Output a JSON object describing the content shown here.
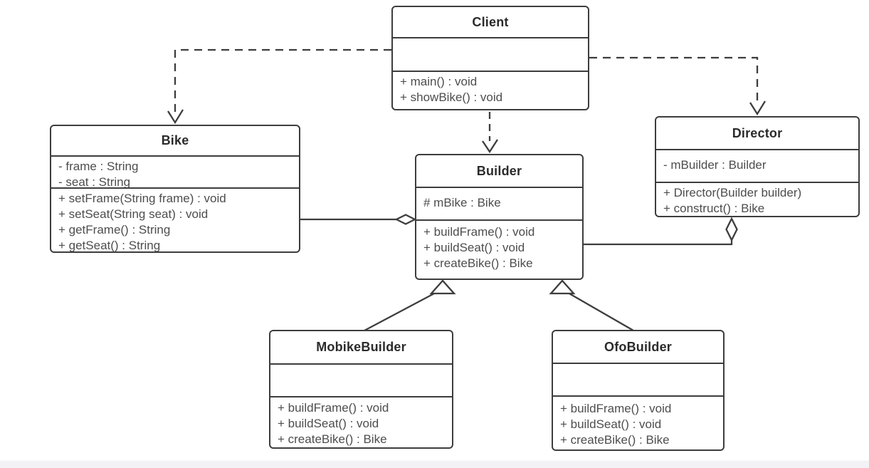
{
  "classes": [
    {
      "name": "Client",
      "attributes": [],
      "methods": [
        "+ main() : void",
        "+ showBike() : void"
      ]
    },
    {
      "name": "Bike",
      "attributes": [
        "- frame : String",
        "- seat : String"
      ],
      "methods": [
        "+ setFrame(String frame) : void",
        "+ setSeat(String seat) : void",
        "+ getFrame() : String",
        "+ getSeat() : String"
      ]
    },
    {
      "name": "Builder",
      "attributes": [
        "# mBike : Bike"
      ],
      "methods": [
        "+ buildFrame() : void",
        "+ buildSeat() : void",
        "+ createBike() : Bike"
      ]
    },
    {
      "name": "Director",
      "attributes": [
        "- mBuilder : Builder"
      ],
      "methods": [
        "+ Director(Builder builder)",
        "+ construct() : Bike"
      ]
    },
    {
      "name": "MobikeBuilder",
      "attributes": [],
      "methods": [
        "+ buildFrame() : void",
        "+ buildSeat() : void",
        "+ createBike() : Bike"
      ]
    },
    {
      "name": "OfoBuilder",
      "attributes": [],
      "methods": [
        "+ buildFrame() : void",
        "+ buildSeat() : void",
        "+ createBike() : Bike"
      ]
    }
  ],
  "relationships": [
    {
      "type": "dependency",
      "from": "Client",
      "to": "Bike",
      "line": "dashed",
      "arrow": "open"
    },
    {
      "type": "dependency",
      "from": "Client",
      "to": "Builder",
      "line": "dashed",
      "arrow": "open"
    },
    {
      "type": "dependency",
      "from": "Client",
      "to": "Director",
      "line": "dashed",
      "arrow": "open"
    },
    {
      "type": "aggregation",
      "from": "Builder",
      "to": "Bike",
      "diamond_at": "Builder"
    },
    {
      "type": "aggregation",
      "from": "Director",
      "to": "Builder",
      "diamond_at": "Director"
    },
    {
      "type": "inheritance",
      "from": "MobikeBuilder",
      "to": "Builder",
      "arrow": "hollow-triangle"
    },
    {
      "type": "inheritance",
      "from": "OfoBuilder",
      "to": "Builder",
      "arrow": "hollow-triangle"
    }
  ],
  "colors": {
    "line": "#3d3d3d",
    "box_border": "#3d3d3d",
    "title_text": "#2b2b2b",
    "member_text": "#4d4d4d",
    "background": "#ffffff",
    "bottom_strip": "#f3f3f5"
  }
}
